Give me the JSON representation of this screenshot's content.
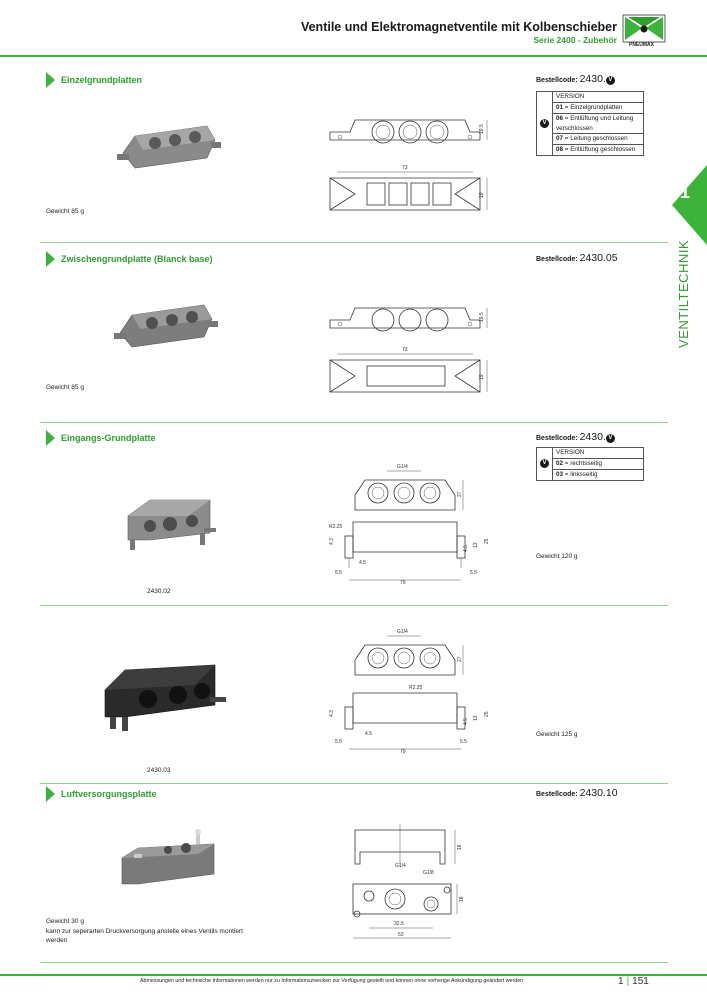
{
  "header": {
    "title": "Ventile und Elektromagnetventile mit Kolbenschieber",
    "subtitle": "Serie 2400 - Zubehör",
    "logo_text": "PNEUMAX",
    "accent": "#3cb43c"
  },
  "side_tab": {
    "number": "1",
    "label": "VENTILTECHNIK"
  },
  "sections": [
    {
      "title": "Einzelgrundplatten",
      "code_label": "Bestellcode:",
      "code_value": "2430.",
      "code_badge": "V",
      "weight": "Gewicht 85 g",
      "version_table": {
        "badge": "V",
        "header": "VERSION",
        "rows": [
          {
            "code": "01",
            "sep": " = ",
            "text": "Einzelgrundplatten"
          },
          {
            "code": "06",
            "sep": " = ",
            "text": "Entlüftung und Leitung"
          },
          {
            "code": "",
            "sep": "",
            "text": "verschlossen"
          },
          {
            "code": "07",
            "sep": " = ",
            "text": "Leitung geschlossen"
          },
          {
            "code": "08",
            "sep": " = ",
            "text": "Entlüftung geschlossen"
          }
        ]
      },
      "dims": {
        "width": "73",
        "h1": "19.5",
        "h2": "19"
      }
    },
    {
      "title": "Zwischengrundplatte (Blanck base)",
      "code_label": "Bestellcode:",
      "code_value": "2430.05",
      "weight": "Gewicht 85 g",
      "dims": {
        "width": "73",
        "h1": "19.5",
        "h2": "19"
      }
    },
    {
      "title": "Eingangs-Grundplatte",
      "code_label": "Bestellcode:",
      "code_value": "2430.",
      "code_badge": "V",
      "weight": "Gewicht 120 g",
      "part": "2430.02",
      "version_table": {
        "badge": "V",
        "header": "VERSION",
        "rows": [
          {
            "code": "02",
            "sep": " = ",
            "text": "rechtsseitig"
          },
          {
            "code": "03",
            "sep": " = ",
            "text": "linksseitig"
          }
        ]
      },
      "dims": {
        "thread": "G1/4",
        "radius": "R2.25",
        "h_top": "27",
        "h_a": "4.3",
        "h_b": "4.5",
        "h_c": "13",
        "h_d": "25",
        "w_left": "5.5",
        "w_right": "5.5",
        "w_total": "79",
        "w_inner": "4.5"
      }
    },
    {
      "weight": "Gewicht 125 g",
      "part": "2430.03",
      "dims": {
        "thread": "G1/4",
        "radius": "R2.25",
        "h_top": "27",
        "h_a": "4.3",
        "h_b": "4.5",
        "h_c": "13",
        "h_d": "25",
        "w_left": "5.5",
        "w_right": "5.5",
        "w_total": "79",
        "w_inner": "4.5"
      }
    },
    {
      "title": "Luftversorgungsplatte",
      "code_label": "Bestellcode:",
      "code_value": "2430.10",
      "weight": "Gewicht 30 g",
      "note": "kann zur seperarten Druckversorgung anstelle eines Ventils montiert werden",
      "note_line1": "kann zur seperarten Druckversorgung anstelle eines Ventils montiert",
      "note_line2": "werden",
      "dims": {
        "thread1": "G1/4",
        "thread2": "G1/8",
        "h": "18",
        "w_total": "53",
        "w_inner": "32.5"
      }
    }
  ],
  "footer": {
    "text": "Abmessungen und technische Informationen werden nur zu Informationszwecken zur Verfügung gestellt und können ohne vorherige Ankündigung geändert werden",
    "chapter": "1",
    "page": "151"
  }
}
